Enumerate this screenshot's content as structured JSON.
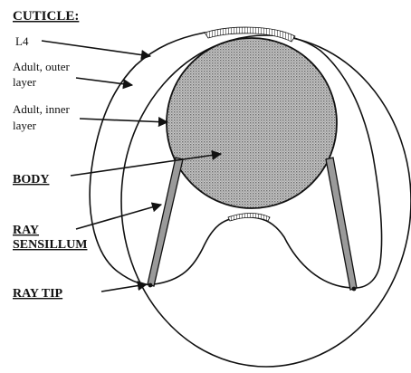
{
  "colors": {
    "ink": "#111111",
    "body_fill": "#c4c4c4",
    "ray_fill": "#9a9a9a",
    "background": "#ffffff"
  },
  "labels": {
    "cuticle_heading": "CUTICLE:",
    "l4": "L4",
    "adult_outer_line1": "Adult, outer",
    "adult_outer_line2": "layer",
    "adult_inner_line1": "Adult, inner",
    "adult_inner_line2": "layer",
    "body": "BODY",
    "ray_line1": "RAY",
    "ray_line2": "SENSILLUM",
    "ray_tip": "RAY TIP"
  }
}
